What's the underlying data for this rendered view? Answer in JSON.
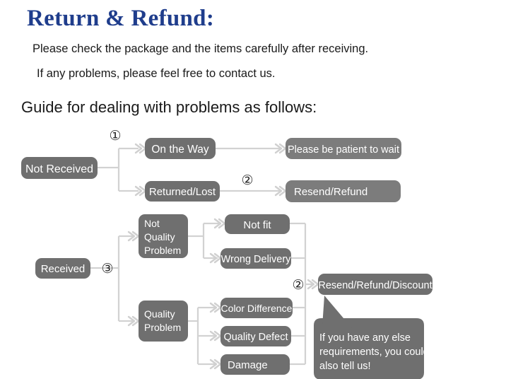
{
  "header": {
    "title": "Return & Refund:",
    "line1": "Please check the package and the items carefully after receiving.",
    "line2": "If any problems, please feel free to contact us.",
    "guide": "Guide for dealing with problems as follows:"
  },
  "colors": {
    "title_blue": "#1f3d8c",
    "node_gray": "#6f6f6f",
    "connector_gray": "#d2d2d2",
    "text_black": "#1a1a1a",
    "node_text": "#ffffff",
    "background": "#ffffff"
  },
  "flow": {
    "nodes": {
      "not_received": "Not Received",
      "on_the_way": "On the Way",
      "returned_lost": "Returned/Lost",
      "please_wait": "Please be patient to wait",
      "resend_refund": "Resend/Refund",
      "received": "Received",
      "not_quality_problem_l1": "Not",
      "not_quality_problem_l2": "Quality",
      "not_quality_problem_l3": "Problem",
      "quality_problem_l1": "Quality",
      "quality_problem_l2": "Problem",
      "not_fit": "Not fit",
      "wrong_delivery": "Wrong Delivery",
      "color_difference": "Color Difference",
      "quality_defect": "Quality Defect",
      "damage": "Damage",
      "resend_refund_discount": "Resend/Refund/Discount"
    },
    "markers": {
      "one": "①",
      "two_top": "②",
      "three": "③",
      "two_bottom": "②"
    },
    "callout": {
      "line1": "If you have any else",
      "line2": "requirements, you could",
      "line3": "also tell us!"
    }
  }
}
